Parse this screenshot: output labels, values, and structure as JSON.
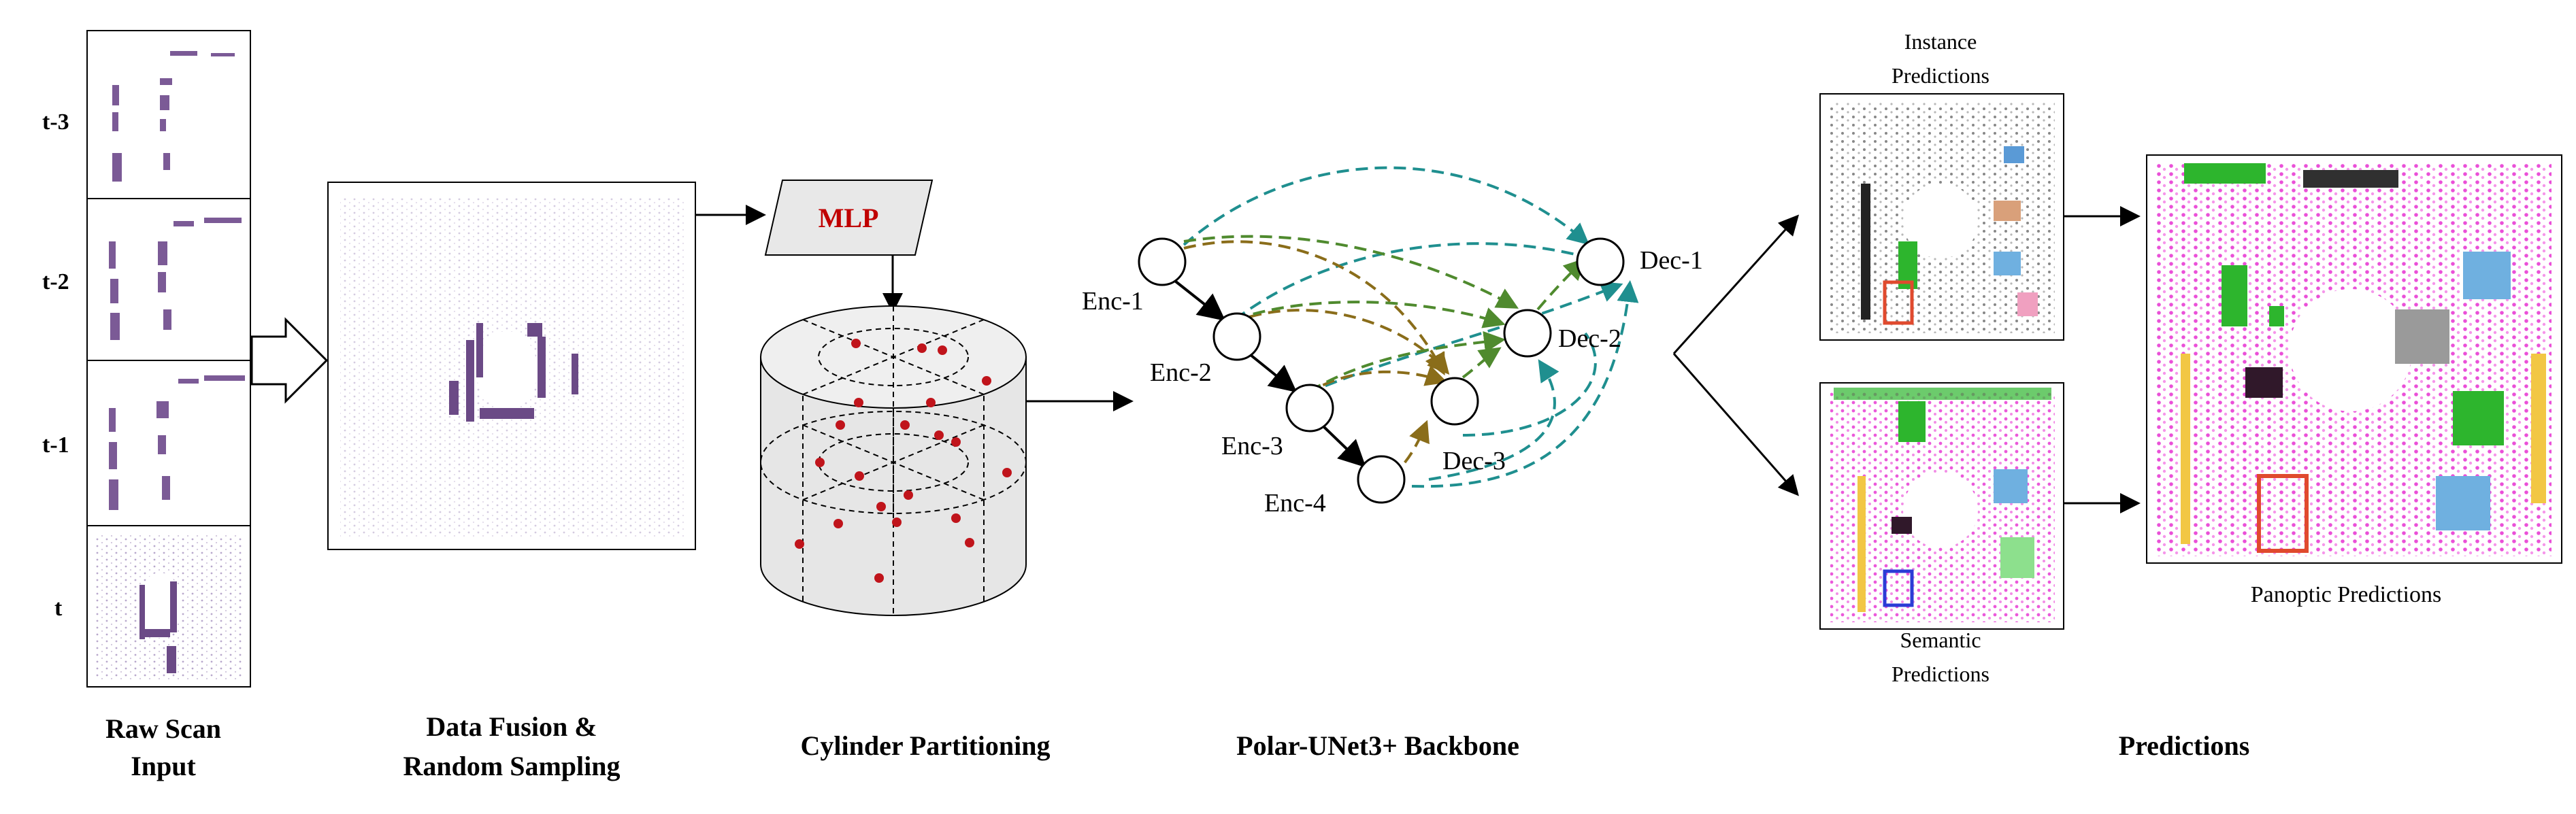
{
  "frames": {
    "labels": [
      "t-3",
      "t-2",
      "t-1",
      "t"
    ]
  },
  "mlp": {
    "label": "MLP"
  },
  "backbone": {
    "enc1": "Enc-1",
    "enc2": "Enc-2",
    "enc3": "Enc-3",
    "enc4": "Enc-4",
    "dec1": "Dec-1",
    "dec2": "Dec-2",
    "dec3": "Dec-3"
  },
  "predictions": {
    "instance_line1": "Instance",
    "instance_line2": "Predictions",
    "semantic_line1": "Semantic",
    "semantic_line2": "Predictions",
    "panoptic": "Panoptic Predictions"
  },
  "stages": {
    "raw_line1": "Raw Scan",
    "raw_line2": "Input",
    "fusion_line1": "Data Fusion &",
    "fusion_line2": "Random Sampling",
    "cylinder": "Cylinder Partitioning",
    "backbone": "Polar-UNet3+ Backbone",
    "predictions": "Predictions"
  },
  "colors": {
    "mlp_text": "#c00000",
    "skip_teal": "#1f8f8f",
    "skip_olive": "#8a6d1a",
    "skip_green": "#4f8a2e",
    "point_red": "#c0141b",
    "lidar_purple": "#6b4a86",
    "semantic_magenta": "#e83cd4"
  }
}
